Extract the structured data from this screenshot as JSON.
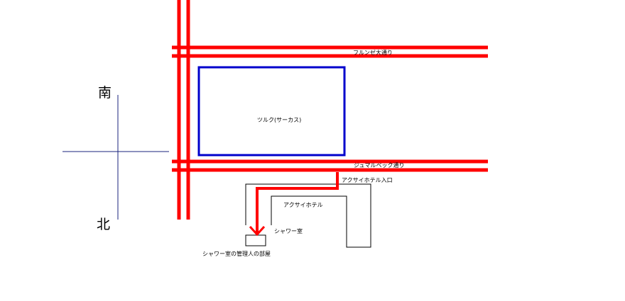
{
  "compass": {
    "top": "南",
    "bottom": "北"
  },
  "labels": {
    "street_north": "フルンゼ大通り",
    "circus": "ツルク(サーカス)",
    "street_south": "ジュマルベック通り",
    "hotel_entrance": "アクサイホテル入口",
    "hotel": "アクサイホテル",
    "shower_room": "シャワー室",
    "shower_manager_room": "シャワー室の管理人の部屋"
  },
  "colors": {
    "road": "#ff0000",
    "circus_outline": "#0000cc",
    "compass": "#1a237e",
    "outline": "#000000"
  }
}
